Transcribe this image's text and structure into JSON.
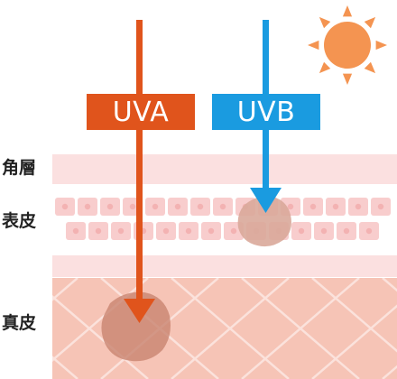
{
  "layers": {
    "stratum_corneum": "角層",
    "epidermis": "表皮",
    "dermis": "真皮"
  },
  "rays": {
    "uva": {
      "label": "UVA",
      "color": "#e0541c"
    },
    "uvb": {
      "label": "UVB",
      "color": "#1a9be0"
    }
  },
  "colors": {
    "sun": "#f49451",
    "skin_light": "#fbe0e0",
    "skin_cell": "#f8cdcd",
    "dermis": "#f6c4b6",
    "damage": "#c98470"
  }
}
